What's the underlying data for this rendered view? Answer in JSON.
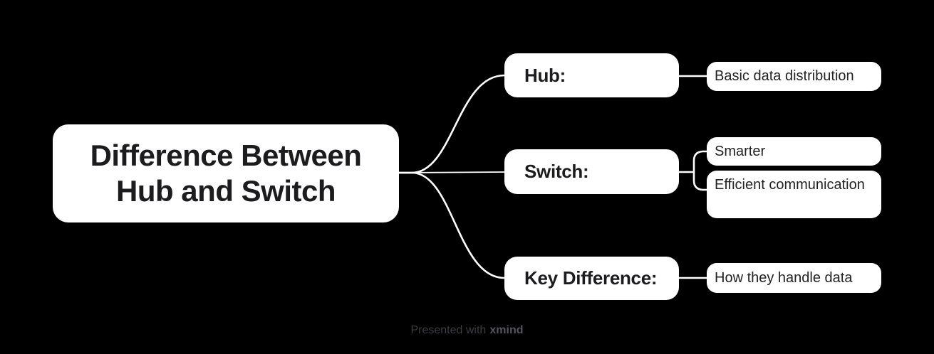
{
  "colors": {
    "background": "#000000",
    "node-bg": "#ffffff",
    "node-text": "#1c1c1e",
    "connector": "#ffffff",
    "watermark-text": "#3c3c41",
    "watermark-brand": "#55555b"
  },
  "watermark": {
    "prefix": "Presented with",
    "brand": "xmind"
  },
  "mindmap": {
    "root": {
      "label": "Difference Between Hub and Switch",
      "line1": "Difference Between",
      "line2": "Hub and Switch"
    },
    "branches": [
      {
        "label": "Hub:",
        "children": [
          {
            "label": "Basic data distribution"
          }
        ]
      },
      {
        "label": "Switch:",
        "children": [
          {
            "label": "Smarter"
          },
          {
            "label": "Efficient communication"
          }
        ]
      },
      {
        "label": "Key Difference:",
        "children": [
          {
            "label": "How they handle data"
          }
        ]
      }
    ]
  }
}
